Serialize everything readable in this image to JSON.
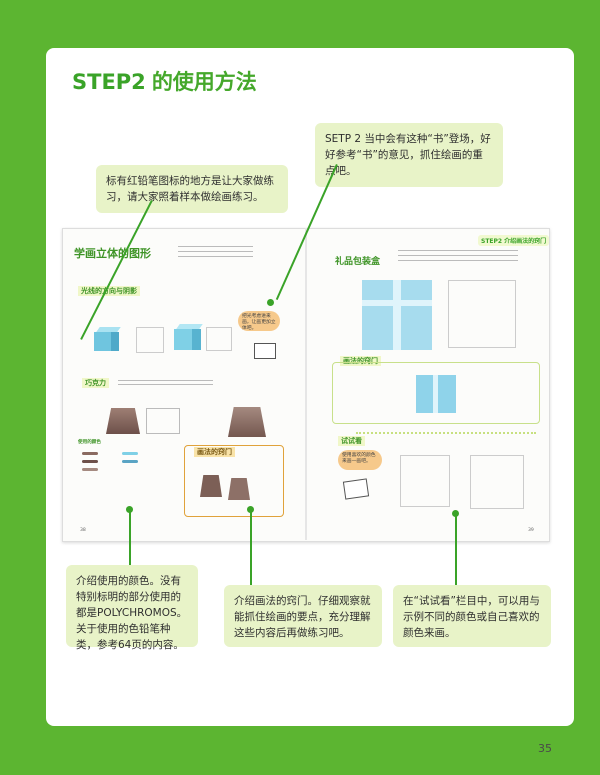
{
  "header": {
    "step": "STEP2",
    "title": "的使用方法"
  },
  "callouts": {
    "pencil_icon": "标有红铅笔图标的地方是让大家做练习，请大家照着样本做绘画练习。",
    "book_icon": "SETP 2 当中会有这种“书”登场，好好参考“书”的意见，抓住绘画的重点吧。",
    "colors": "介绍使用的颜色。没有特别标明的部分使用的都是POLYCHROMOS。关于使用的色铅笔种类，参考64页的内容。",
    "tips": "介绍画法的窍门。仔细观察就能抓住绘画的要点，充分理解这些内容后再做练习吧。",
    "try_it": "在“试试看”栏目中，可以用与示例不同的颜色或自己喜欢的颜色来画。"
  },
  "book": {
    "left_title": "学画立体的图形",
    "right_title": "礼品包装盒",
    "step_badge": "STEP2 介绍画法的窍门",
    "section_light": "光线的方向与阴影",
    "section_chocolate": "巧克力",
    "section_colors": "使用的颜色",
    "section_tips": "画法的窍门",
    "section_try": "试试看",
    "note_book": "把光考虑进来画，让画更加立体吧。",
    "note_try": "使用喜欢的颜色来画一画吧。",
    "left_page": "38",
    "right_page": "39"
  },
  "page_number": "35",
  "colors": {
    "background": "#5cb531",
    "accent": "#3aa328",
    "callout_bg": "#e8f3c8",
    "cube_blue": "#7fd0e6",
    "chocolate": "#8a6a60"
  }
}
